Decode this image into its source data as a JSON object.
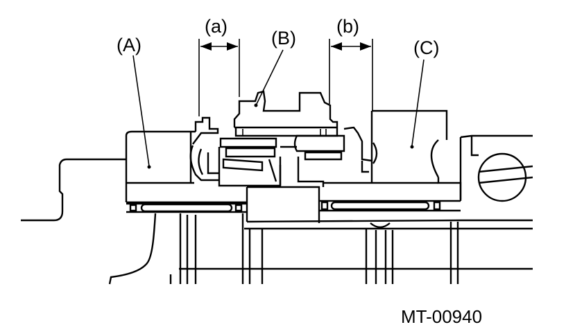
{
  "labels": {
    "a": "(a)",
    "b": "(b)",
    "A": "(A)",
    "B": "(B)",
    "C": "(C)"
  },
  "figure_code": "MT-00940"
}
